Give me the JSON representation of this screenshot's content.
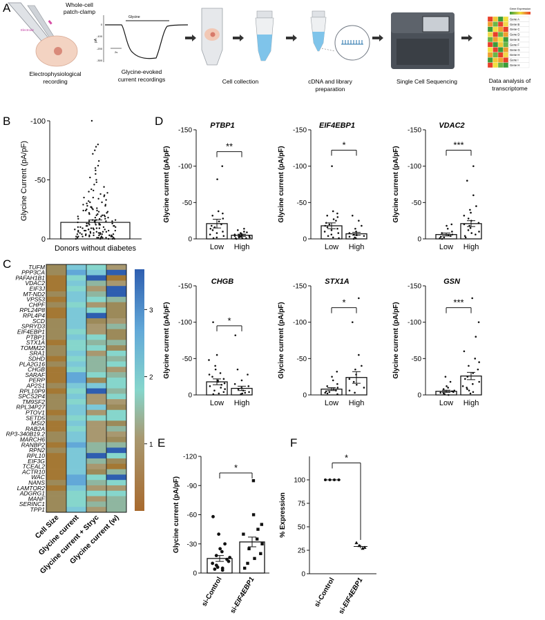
{
  "panel_letters": {
    "A": "A",
    "B": "B",
    "C": "C",
    "D": "D",
    "E": "E",
    "F": "F"
  },
  "workflow": {
    "step1_title_line1": "Whole-cell",
    "step1_title_line2": "patch-clamp",
    "electrode_label": "Electrode",
    "step1_caption_line1": "Electrophysiological",
    "step1_caption_line2": "recording",
    "trace_label": "Glycine",
    "trace_axis_unit": "pA",
    "trace_ticks": [
      "0",
      "-100",
      "-200",
      "-300"
    ],
    "trace_scalebar": "2s",
    "step2_caption_line1": "Glycine-evoked",
    "step2_caption_line2": "current recordings",
    "step3_caption": "Cell collection",
    "step4_caption_line1": "cDNA and library",
    "step4_caption_line2": "preparation",
    "step5_caption": "Single Cell Sequencing",
    "step6_caption_line1": "Data analysis of",
    "step6_caption_line2": "transcriptome",
    "mini_heatmap_title": "Gene Expression",
    "mini_heatmap_genes": [
      "Gene A",
      "Gene B",
      "Gene C",
      "Gene D",
      "Gene E",
      "Gene F",
      "Gene G",
      "Gene H",
      "Gene I",
      "Gene H"
    ],
    "mini_heatmap_colors": [
      [
        "#e8402a",
        "#f2c838",
        "#3c9c3a",
        "#f2e040"
      ],
      [
        "#f0a030",
        "#6ab648",
        "#e84030",
        "#f2d848"
      ],
      [
        "#3c9c3a",
        "#f2e040",
        "#f0a030",
        "#e8402a"
      ],
      [
        "#f2d848",
        "#e8402a",
        "#6ab648",
        "#f0a030"
      ],
      [
        "#6ab648",
        "#f0a030",
        "#f2e040",
        "#3c9c3a"
      ],
      [
        "#e8402a",
        "#3c9c3a",
        "#f2c838",
        "#6ab648"
      ],
      [
        "#f2e040",
        "#e84030",
        "#3c9c3a",
        "#f0a030"
      ],
      [
        "#f0a030",
        "#6ab648",
        "#e8402a",
        "#f2d848"
      ],
      [
        "#3c9c3a",
        "#f2c838",
        "#f0a030",
        "#e8402a"
      ],
      [
        "#e8402a",
        "#f2e040",
        "#6ab648",
        "#3c9c3a"
      ]
    ]
  },
  "chart_data": [
    {
      "panel": "B",
      "type": "bar",
      "ylabel": "Glycine Current (pA/pF)",
      "xlabel": "Donors without diabetes",
      "ylim": [
        0,
        -100
      ],
      "yticks": [
        "0",
        "-50",
        "-100"
      ],
      "mean": -14,
      "sem": 2,
      "points": [
        -100,
        -80,
        -78,
        -75,
        -72,
        -66,
        -62,
        -60,
        -58,
        -55,
        -52,
        -50,
        -48,
        -46,
        -44,
        -42,
        -41,
        -40,
        -39,
        -38,
        -37,
        -36,
        -35,
        -34,
        -33,
        -32,
        -31,
        -30,
        -29,
        -28,
        -27,
        -26,
        -26,
        -25,
        -24,
        -24,
        -23,
        -22,
        -22,
        -21,
        -20,
        -20,
        -19,
        -19,
        -18,
        -18,
        -17,
        -17,
        -16,
        -16,
        -15,
        -15,
        -15,
        -14,
        -14,
        -13,
        -13,
        -13,
        -12,
        -12,
        -12,
        -11,
        -11,
        -11,
        -10,
        -10,
        -10,
        -10,
        -9,
        -9,
        -9,
        -9,
        -8,
        -8,
        -8,
        -8,
        -7,
        -7,
        -7,
        -7,
        -6,
        -6,
        -6,
        -6,
        -6,
        -5,
        -5,
        -5,
        -5,
        -5,
        -4,
        -4,
        -4,
        -4,
        -4,
        -3,
        -3,
        -3,
        -3,
        -3,
        -3,
        -2,
        -2,
        -2,
        -2,
        -2,
        -2,
        -1,
        -1,
        -1,
        -1,
        -1,
        -1,
        -1,
        0,
        0,
        0,
        0,
        0,
        -28,
        -27,
        -25,
        -23,
        -21,
        -19,
        -17,
        -15,
        -13,
        -11,
        -9,
        -7,
        -5,
        -3,
        -35,
        -31,
        -29,
        -24,
        -20,
        -16,
        -12,
        -8,
        -4,
        -2
      ]
    },
    {
      "panel": "C",
      "type": "heatmap",
      "genes": [
        "TUFM",
        "PPP3CA",
        "PAFAH1B1",
        "VDAC2",
        "EIF3J",
        "MT-ND2",
        "VPS53",
        "CHPF",
        "RPL24P8",
        "RPL4P4",
        "SCD",
        "SPRYD3",
        "EIF4EBP1",
        "PTBP1",
        "STX1A",
        "TOMM22",
        "SRA1",
        "SDHD",
        "PLA2G16",
        "CHGB",
        "SARAF",
        "PERP",
        "AP2S1",
        "RPL10P9",
        "SPCS2P4",
        "TM9SF2",
        "RPL34P27",
        "PTOV1",
        "SETD5",
        "MSI2",
        "RAB2A",
        "RP3-340B19.2",
        "MARCH6",
        "RANBP2",
        "RPN2",
        "RPL10",
        "EIF3G",
        "TCEAL2",
        "ACTR10",
        "WAC",
        "NANS",
        "LAMTOR2",
        "ADGRG1",
        "MANF",
        "SERINC1",
        "TPP1"
      ],
      "columns": [
        "Cell Size",
        "Glycine current",
        "Glycine current + Stryc",
        "Glycine current (w)"
      ],
      "colorbar_ticks": [
        "3",
        "2",
        "1"
      ],
      "colorbar_range": [
        0,
        3.6
      ]
    },
    {
      "panel": "D",
      "type": "bar",
      "ylabel": "Glycine current (pA/pF)",
      "yticks": [
        "0",
        "-50",
        "-100",
        "-150"
      ],
      "ylim": [
        0,
        -150
      ],
      "categories": [
        "Low",
        "High"
      ],
      "charts": [
        {
          "gene": "PTBP1",
          "sig": "**",
          "means": [
            -21,
            -5
          ],
          "sems": [
            6,
            1.5
          ],
          "low": [
            -100,
            -82,
            -38,
            -35,
            -32,
            -28,
            -24,
            -20,
            -18,
            -16,
            -14,
            -12,
            -10,
            -8,
            -6,
            -4,
            -2,
            -1
          ],
          "high": [
            -14,
            -12,
            -10,
            -9,
            -8,
            -7,
            -6,
            -5,
            -5,
            -4,
            -4,
            -3,
            -3,
            -2,
            -2,
            -1,
            -1,
            -1,
            0
          ]
        },
        {
          "gene": "EIF4EBP1",
          "sig": "*",
          "means": [
            -18,
            -7
          ],
          "sems": [
            4,
            2
          ],
          "low": [
            -100,
            -38,
            -35,
            -32,
            -30,
            -27,
            -25,
            -22,
            -20,
            -18,
            -16,
            -14,
            -12,
            -10,
            -8,
            -6,
            -4,
            -2,
            -1
          ],
          "high": [
            -32,
            -25,
            -18,
            -14,
            -10,
            -8,
            -6,
            -5,
            -4,
            -3,
            -2,
            -1,
            0
          ]
        },
        {
          "gene": "VDAC2",
          "sig": "***",
          "means": [
            -6,
            -21
          ],
          "sems": [
            2,
            4
          ],
          "low": [
            -20,
            -18,
            -14,
            -10,
            -8,
            -6,
            -5,
            -4,
            -3,
            -2,
            -1,
            0
          ],
          "high": [
            -100,
            -80,
            -60,
            -45,
            -40,
            -36,
            -32,
            -28,
            -25,
            -22,
            -20,
            -18,
            -15,
            -12,
            -10,
            -8,
            -6,
            -4,
            -2
          ]
        }
      ],
      "charts2": [
        {
          "gene": "CHGB",
          "sig": "*",
          "means": [
            -18,
            -9
          ],
          "sems": [
            4,
            3
          ],
          "low": [
            -100,
            -55,
            -48,
            -40,
            -35,
            -30,
            -28,
            -25,
            -22,
            -20,
            -18,
            -16,
            -14,
            -12,
            -10,
            -8,
            -6,
            -4,
            -2,
            -1
          ],
          "high": [
            -82,
            -35,
            -28,
            -20,
            -15,
            -12,
            -10,
            -8,
            -6,
            -4,
            -3,
            -2,
            -1
          ]
        },
        {
          "gene": "STX1A",
          "sig": "*",
          "means": [
            -8,
            -24
          ],
          "sems": [
            2,
            8
          ],
          "low": [
            -32,
            -25,
            -20,
            -15,
            -12,
            -10,
            -8,
            -6,
            -5,
            -4,
            -3,
            -2,
            -1
          ],
          "high": [
            -133,
            -100,
            -55,
            -40,
            -35,
            -28,
            -22,
            -18,
            -14,
            -10,
            -6,
            -3
          ]
        },
        {
          "gene": "GSN",
          "sig": "***",
          "means": [
            -5,
            -26
          ],
          "sems": [
            1.5,
            5
          ],
          "low": [
            -25,
            -18,
            -12,
            -10,
            -8,
            -6,
            -5,
            -4,
            -3,
            -2,
            -1,
            0
          ],
          "high": [
            -133,
            -100,
            -80,
            -60,
            -50,
            -45,
            -40,
            -35,
            -30,
            -25,
            -22,
            -18,
            -15,
            -12,
            -10,
            -8,
            -6,
            -4,
            -2
          ]
        }
      ]
    },
    {
      "panel": "E",
      "type": "bar",
      "ylabel": "Glycine current (pA/pF)",
      "yticks": [
        "0",
        "-30",
        "-60",
        "-90",
        "-120"
      ],
      "ylim": [
        0,
        -120
      ],
      "categories": [
        "si-Control",
        "si-EIF4EBP1"
      ],
      "cat_prefix": "si-",
      "cat_italic": "EIF4EBP1",
      "sig": "*",
      "means": [
        -15,
        -32
      ],
      "sems": [
        3,
        5
      ],
      "group1": [
        -58,
        -40,
        -30,
        -25,
        -22,
        -18,
        -16,
        -14,
        -12,
        -10,
        -8,
        -6,
        -5,
        -4,
        -3
      ],
      "group2": [
        -95,
        -60,
        -50,
        -45,
        -40,
        -35,
        -30,
        -25,
        -20,
        -15,
        -10,
        -5
      ]
    },
    {
      "panel": "F",
      "type": "scatter",
      "ylabel": "% Expression",
      "yticks": [
        "0",
        "25",
        "50",
        "75",
        "100"
      ],
      "ylim": [
        0,
        125
      ],
      "categories": [
        "si-Control",
        "si-EIF4EBP1"
      ],
      "cat_prefix": "si-",
      "cat_italic": "EIF4EBP1",
      "sig": "*",
      "means": [
        100,
        29
      ],
      "sems": [
        0,
        2
      ],
      "group1": [
        100,
        100,
        100,
        100
      ],
      "group2": [
        33,
        30,
        27,
        28
      ]
    }
  ]
}
